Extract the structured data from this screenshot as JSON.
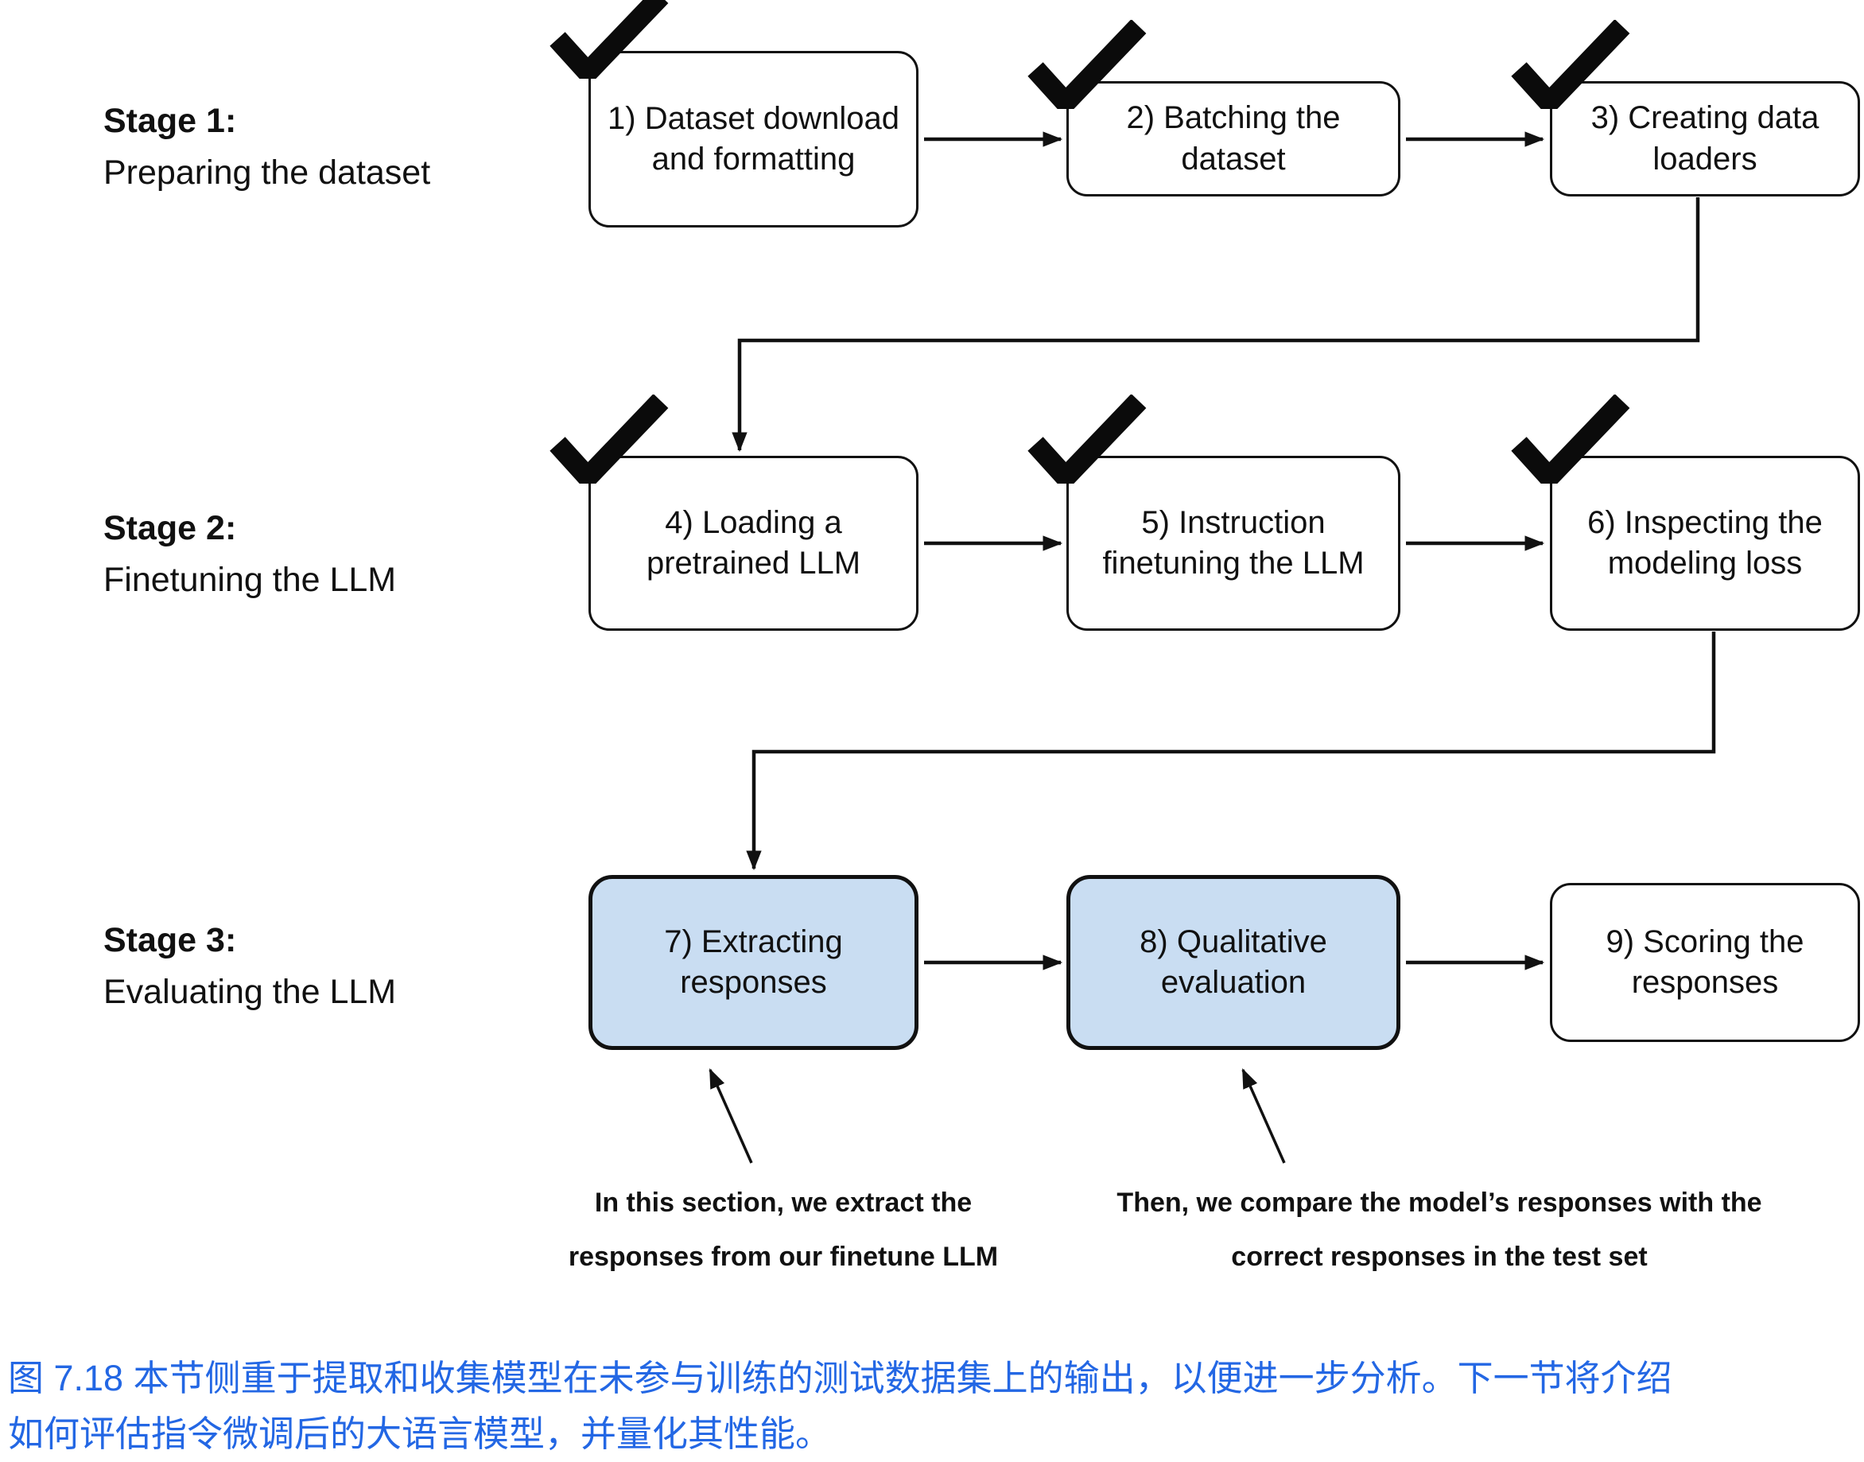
{
  "stages": [
    {
      "label": "Stage 1:",
      "description": "Preparing the dataset"
    },
    {
      "label": "Stage 2:",
      "description": "Finetuning the LLM"
    },
    {
      "label": "Stage 3:",
      "description": "Evaluating the LLM"
    }
  ],
  "boxes": [
    {
      "text": "1) Dataset download and formatting",
      "checked": true,
      "highlighted": false
    },
    {
      "text": "2) Batching the dataset",
      "checked": true,
      "highlighted": false
    },
    {
      "text": "3) Creating data loaders",
      "checked": true,
      "highlighted": false
    },
    {
      "text": "4) Loading a pretrained LLM",
      "checked": true,
      "highlighted": false
    },
    {
      "text": "5) Instruction finetuning the LLM",
      "checked": true,
      "highlighted": false
    },
    {
      "text": "6) Inspecting the modeling loss",
      "checked": true,
      "highlighted": false
    },
    {
      "text": "7) Extracting responses",
      "checked": false,
      "highlighted": true
    },
    {
      "text": "8) Qualitative evaluation",
      "checked": false,
      "highlighted": true
    },
    {
      "text": "9) Scoring the responses",
      "checked": false,
      "highlighted": false
    }
  ],
  "annotations": [
    {
      "text": "In this section, we extract the responses from our finetune LLM"
    },
    {
      "text": "Then, we compare the model’s responses with the correct responses in the test set"
    }
  ],
  "caption": {
    "lines": [
      "图 7.18 本节侧重于提取和收集模型在未参与训练的测试数据集上的输出，以便进一步分析。下一节将介绍",
      "如何评估指令微调后的大语言模型，并量化其性能。"
    ],
    "color": "#2367e4"
  },
  "colors": {
    "highlight_fill": "#c9ddf2",
    "box_border": "#111111",
    "arrow": "#111111",
    "checkmark": "#0b0b0b"
  }
}
